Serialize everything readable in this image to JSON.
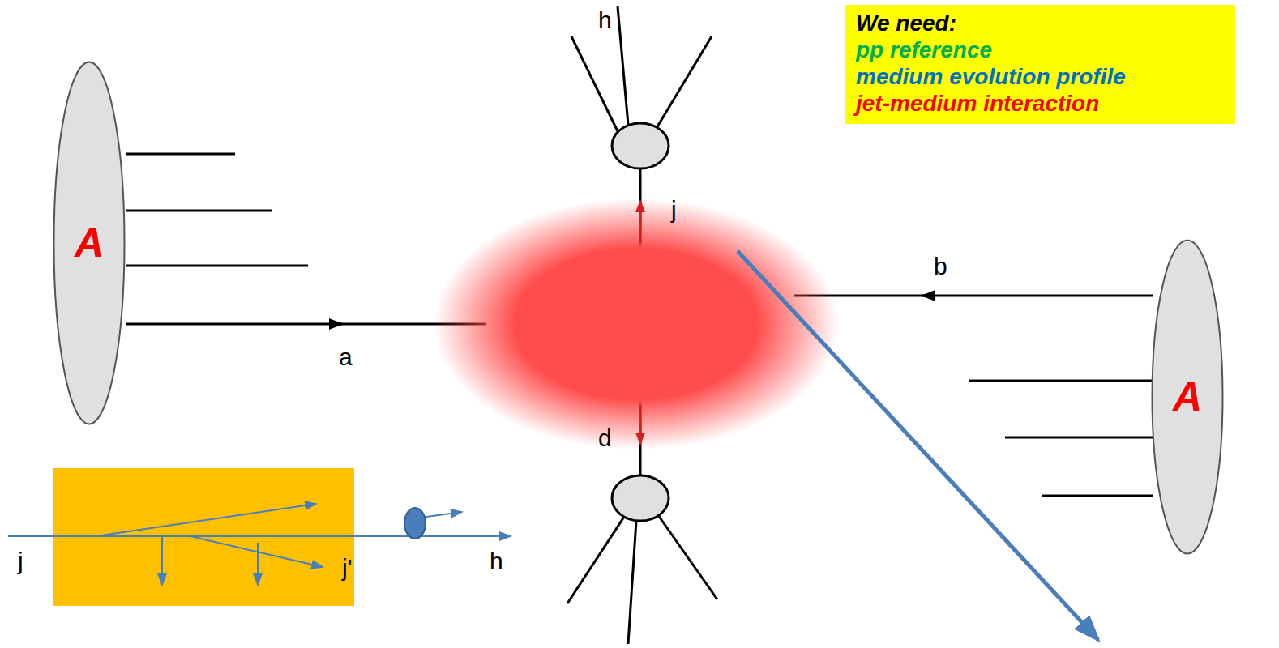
{
  "diagram": {
    "nodes": [
      {
        "text": [
          "A"
        ]
      },
      {
        "text": [
          "We need:",
          "pp reference",
          "medium evolution profile",
          "jet-medium interaction"
        ]
      },
      {
        "text": [
          "A"
        ]
      }
    ],
    "labels": [
      "h",
      "j",
      "b",
      "a",
      "d",
      "j",
      "j'",
      "h"
    ]
  }
}
